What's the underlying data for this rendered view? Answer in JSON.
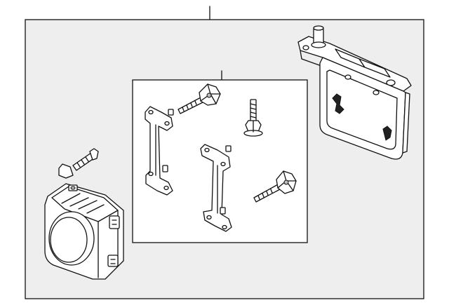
{
  "diagram": {
    "background": "#ffffff",
    "line_color": "#111111",
    "frame_fill": "#eeeeee",
    "inset_fill": "#ffffff",
    "parts": [
      {
        "name": "mounting-bracket",
        "icon": "bracket-icon"
      },
      {
        "name": "inner-bracket-left",
        "icon": "bracket-icon"
      },
      {
        "name": "inner-bracket-right",
        "icon": "bracket-icon"
      },
      {
        "name": "stud-bolt-upper",
        "icon": "bolt-icon"
      },
      {
        "name": "stud-bolt-lower",
        "icon": "bolt-icon"
      },
      {
        "name": "flange-bolt-center",
        "icon": "bolt-icon"
      },
      {
        "name": "flange-bolt-outer",
        "icon": "bolt-icon"
      },
      {
        "name": "sensor-unit",
        "icon": "sensor-icon"
      }
    ]
  }
}
